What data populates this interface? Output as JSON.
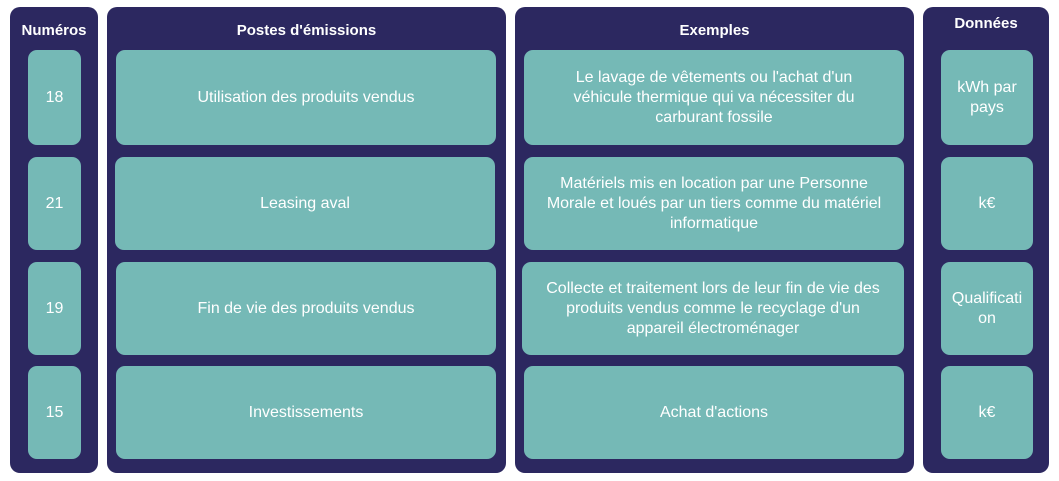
{
  "colors": {
    "panel": "#2c2860",
    "cell": "#75b9b6",
    "text": "#ffffff"
  },
  "headers": {
    "numeros": "Numéros",
    "postes": "Postes d'émissions",
    "exemples": "Exemples",
    "donnees": "Données"
  },
  "rows": [
    {
      "numero": "18",
      "poste": "Utilisation des produits vendus",
      "exemple": "Le lavage de vêtements ou l'achat d'un véhicule thermique qui va nécessiter du carburant fossile",
      "donnee": "kWh par pays"
    },
    {
      "numero": "21",
      "poste": "Leasing aval",
      "exemple": "Matériels mis en location par une Personne Morale et loués par un tiers comme du matériel informatique",
      "donnee": "k€"
    },
    {
      "numero": "19",
      "poste": "Fin de vie des produits vendus",
      "exemple": "Collecte et traitement lors de leur fin de vie des produits vendus comme le recyclage d'un appareil électroménager",
      "donnee": "Qualification"
    },
    {
      "numero": "15",
      "poste": "Investissements",
      "exemple": "Achat d'actions",
      "donnee": "k€"
    }
  ]
}
